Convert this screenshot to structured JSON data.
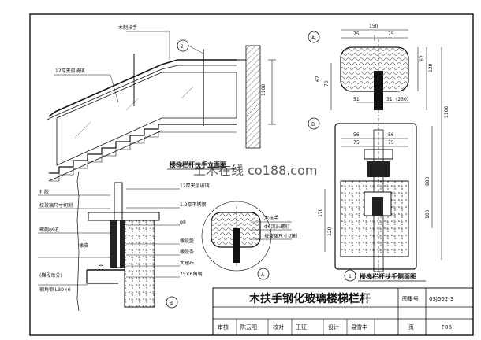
{
  "labels": {
    "wood_handrail_top": "木制扶手",
    "glass_12": "12厚夹层玻璃",
    "elevation_title": "楼梯栏杆扶手立面图",
    "glass_12_b": "12厚夹层玻璃",
    "caulk": "打胶",
    "ss_plate": "1.2厚不锈钢",
    "glass_cut": "按玻璃尺寸切割",
    "phi8": "φ8",
    "bolt_m8": "螺帽φ9孔",
    "rubber_block": "橡皮",
    "stair_flat": "(梯段每分)",
    "channel_steel": "钢角钢 L30×6",
    "rubber_pad": "橡胶垫",
    "rubber_strip": "橡胶条",
    "marble": "大理石",
    "steel_75": "75×6角钢",
    "wood_handrail_c": "木扶手",
    "bolt_d6": "Φ6沉头螺钉",
    "glass_cut_c": "按玻璃尺寸切割",
    "section_title": "楼梯栏杆扶手侧面图",
    "callout_A": "A",
    "callout_B": "B",
    "callout_1": "1",
    "callout_2": "2"
  },
  "dimensions": {
    "d150": "150",
    "d75a": "75",
    "d75b": "75",
    "d62": "62",
    "d120": "120",
    "d70": "70",
    "d67": "67",
    "d51a": "51",
    "d31": "31",
    "d230": "(230)",
    "d1100a": "1100",
    "d56a": "56",
    "d56b": "56",
    "d75c": "75",
    "d75d": "75",
    "d880": "880",
    "d1100b": "1100",
    "d100": "100",
    "d170": "170",
    "d120b": "120"
  },
  "titleblock": {
    "title": "木扶手钢化玻璃楼梯栏杆",
    "atlas_label": "图集号",
    "atlas_no": "03J502-3",
    "review_label": "审核",
    "review_name": "陈云阳",
    "check_label": "校对",
    "check_name": "王征",
    "design_label": "设计",
    "design_name": "易雪丰",
    "page_label": "页",
    "page_no": "F06"
  },
  "watermark": "土木在线 co188.com"
}
